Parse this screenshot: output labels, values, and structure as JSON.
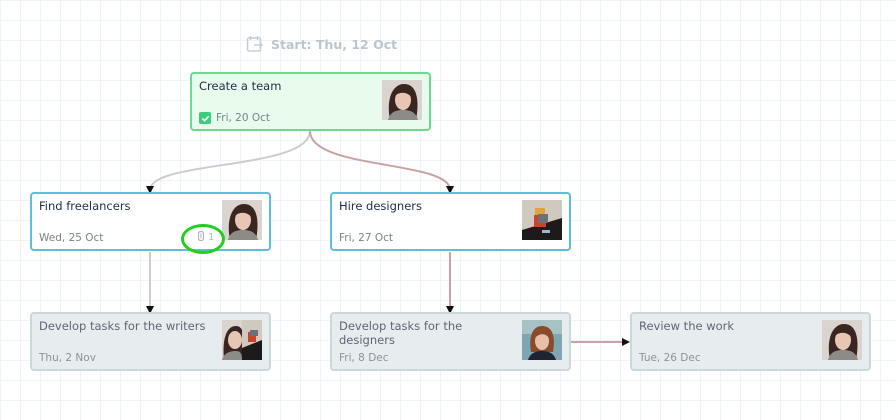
{
  "start": {
    "icon": "calendar-start-icon",
    "label": "Start: Thu, 12 Oct"
  },
  "colors": {
    "done_border": "#6cdb92",
    "done_bg": "#e8fbec",
    "active_border": "#5ac1d8",
    "future_border": "#ccd7dc",
    "future_bg": "#e7edef",
    "link_gray": "#cccccc",
    "link_red": "#c9a3a3",
    "highlight": "#1fd01f"
  },
  "nodes": [
    {
      "id": "create-team",
      "title": "Create a team",
      "date": "Fri, 20 Oct",
      "status": "done",
      "completed": true,
      "avatar": "woman-brunette"
    },
    {
      "id": "find-freelancers",
      "title": "Find freelancers",
      "date": "Wed, 25 Oct",
      "status": "active",
      "attachments": "1",
      "avatar": "woman-brunette"
    },
    {
      "id": "hire-designers",
      "title": "Hire designers",
      "date": "Fri, 27 Oct",
      "status": "active",
      "avatar": "lego-figure"
    },
    {
      "id": "develop-writers",
      "title": "Develop tasks for the writers",
      "date": "Thu, 2 Nov",
      "status": "future",
      "avatar": "group-mixed"
    },
    {
      "id": "develop-designers",
      "title": "Develop tasks for the designers",
      "date": "Fri, 8 Dec",
      "status": "future",
      "avatar": "woman-redhead"
    },
    {
      "id": "review-work",
      "title": "Review the work",
      "date": "Tue, 26 Dec",
      "status": "future",
      "avatar": "woman-brunette"
    }
  ]
}
